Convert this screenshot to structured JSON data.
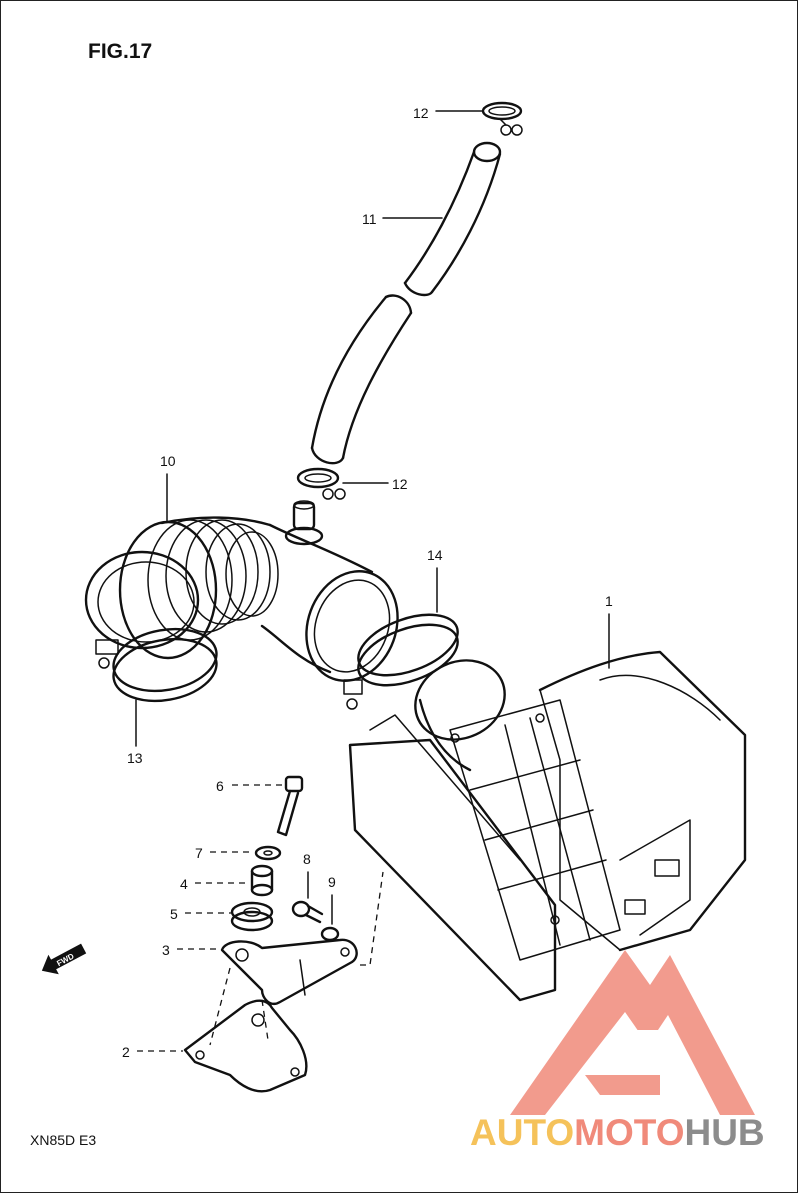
{
  "figure": {
    "title": "FIG.17",
    "model": "XN85D E3",
    "fwd_label": "FWD"
  },
  "callouts": [
    {
      "id": "1",
      "label": "1"
    },
    {
      "id": "2",
      "label": "2"
    },
    {
      "id": "3",
      "label": "3"
    },
    {
      "id": "4",
      "label": "4"
    },
    {
      "id": "5",
      "label": "5"
    },
    {
      "id": "6",
      "label": "6"
    },
    {
      "id": "7",
      "label": "7"
    },
    {
      "id": "8",
      "label": "8"
    },
    {
      "id": "9",
      "label": "9"
    },
    {
      "id": "10",
      "label": "10"
    },
    {
      "id": "11",
      "label": "11"
    },
    {
      "id": "12a",
      "label": "12"
    },
    {
      "id": "12b",
      "label": "12"
    },
    {
      "id": "13",
      "label": "13"
    },
    {
      "id": "14",
      "label": "14"
    }
  ],
  "watermark": {
    "part1": "AUTO",
    "part2": "MOTO",
    "part3": "HUB",
    "colors": {
      "auto": "#f5c25a",
      "moto": "#f08a7a",
      "hub": "#8c8c8c",
      "logo": "#f08a7a"
    }
  }
}
